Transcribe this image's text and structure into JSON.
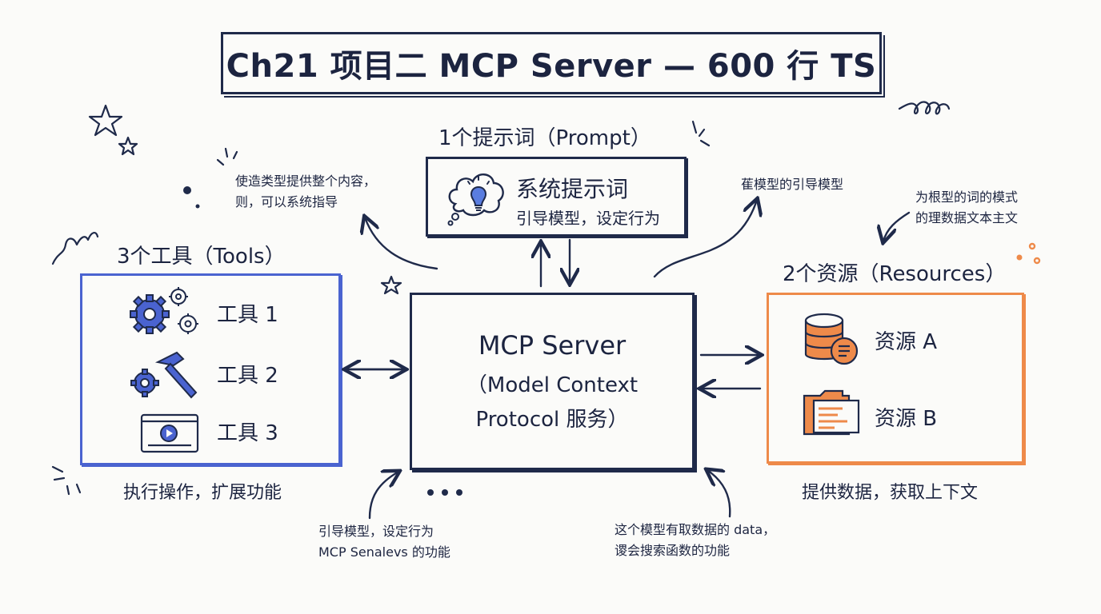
{
  "title": "Ch21 项目二 MCP Server — 600 行 TS",
  "prompt_section": {
    "heading": "1个提示词（Prompt）",
    "box_title": "系统提示词",
    "box_subtitle": "引导模型，设定行为",
    "icon": "lightbulb-cloud-icon"
  },
  "tools_section": {
    "heading": "3个工具（Tools）",
    "items": [
      {
        "label": "工具 1",
        "icon": "gears-icon"
      },
      {
        "label": "工具 2",
        "icon": "gear-hammer-icon"
      },
      {
        "label": "工具 3",
        "icon": "video-player-icon"
      }
    ],
    "caption": "执行操作，扩展功能"
  },
  "server": {
    "line1": "MCP Server",
    "line2": "（Model Context",
    "line3": "Protocol 服务）"
  },
  "resources_section": {
    "heading": "2个资源（Resources）",
    "items": [
      {
        "label": "资源 A",
        "icon": "database-document-icon"
      },
      {
        "label": "资源 B",
        "icon": "folder-document-icon"
      }
    ],
    "caption": "提供数据，获取上下文"
  },
  "notes": {
    "top_left_1": "使造类型提供整个内容，",
    "top_left_2": "则，可以系统指导",
    "top_right": "萑模型的引导模型",
    "far_right_1": "为根型的词的模式",
    "far_right_2": "的理数据文本主文",
    "bottom_left_1": "引导模型，设定行为",
    "bottom_left_2": "MCP Senalevs 的功能",
    "bottom_right_1": "这个模型有取数据的 data，",
    "bottom_right_2": "谡会搜索函数的功能"
  },
  "colors": {
    "ink": "#1f2a4a",
    "tools_blue": "#4a63d0",
    "resource_orange": "#ee8a4a",
    "background": "#fbfbf9"
  }
}
